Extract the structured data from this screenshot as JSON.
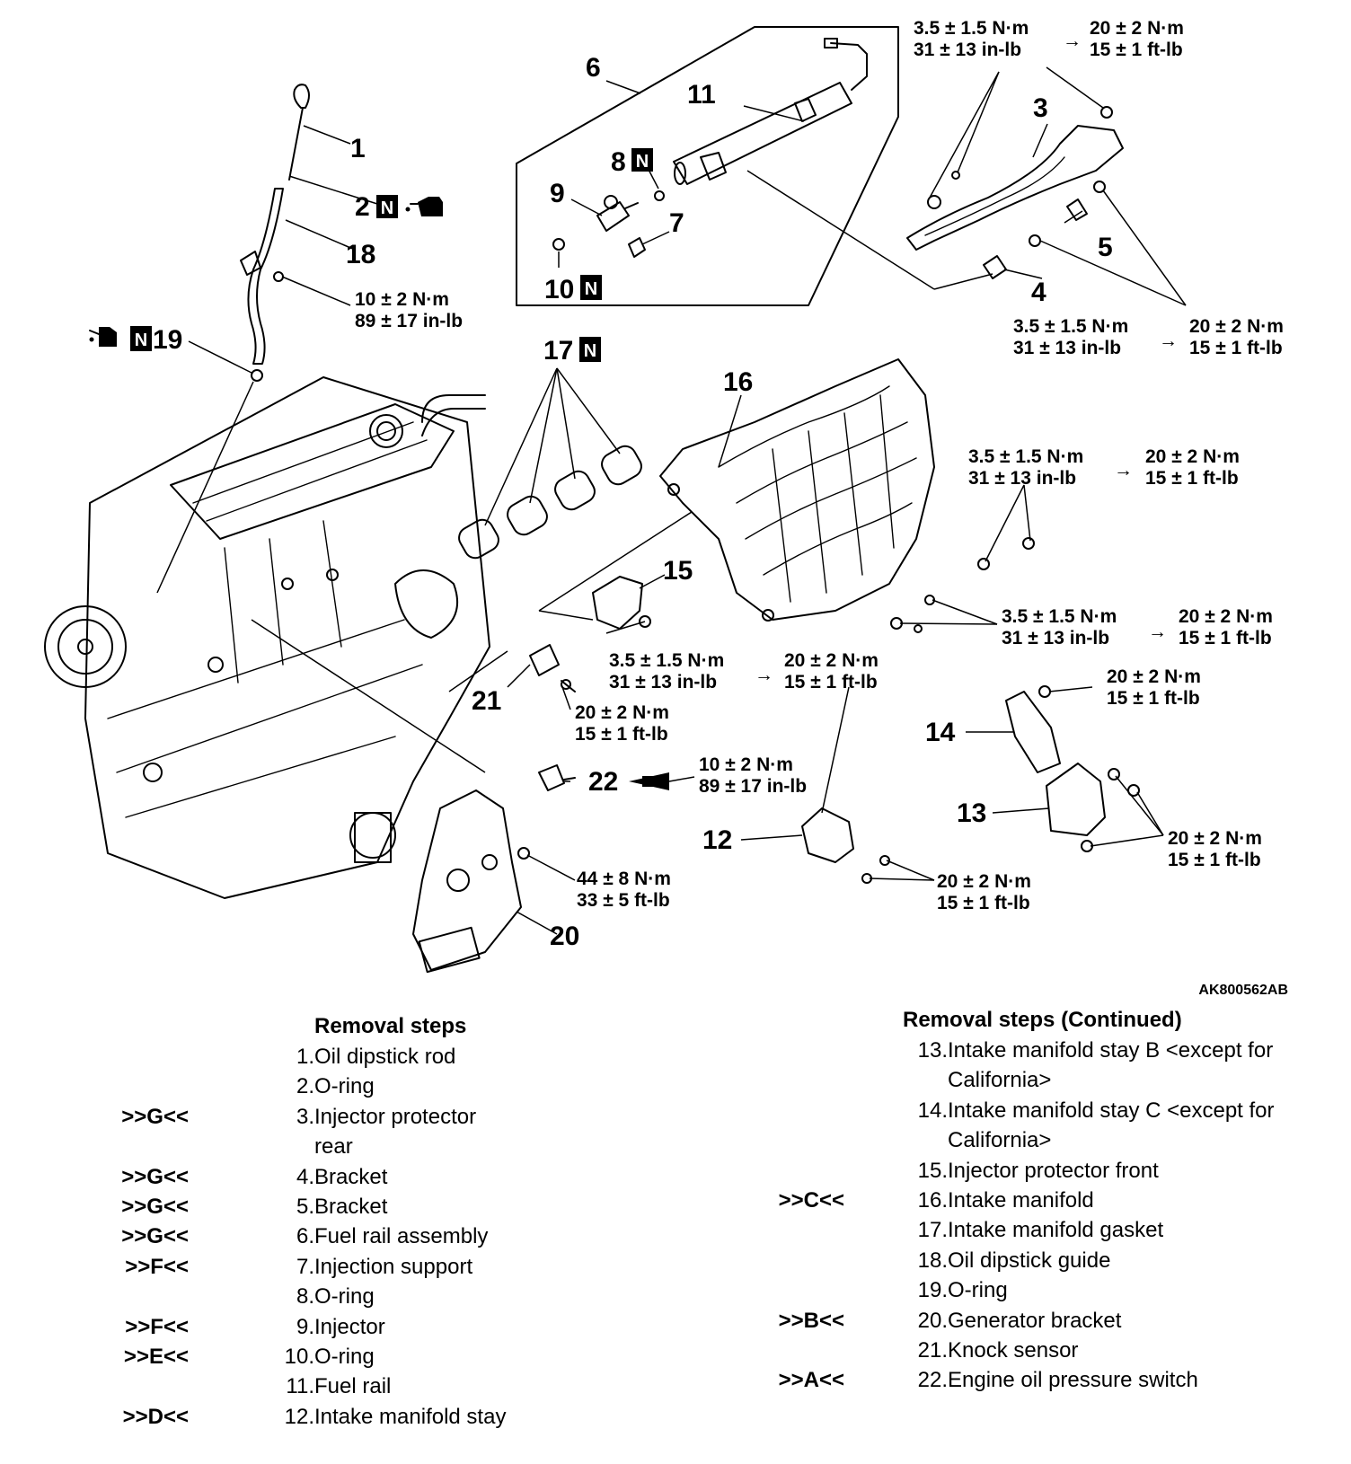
{
  "figure": {
    "id": "AK800562AB",
    "callouts": {
      "c1": "1",
      "c2": "2",
      "c3": "3",
      "c4": "4",
      "c5": "5",
      "c6": "6",
      "c7": "7",
      "c8": "8",
      "c9": "9",
      "c10": "10",
      "c11": "11",
      "c12": "12",
      "c13": "13",
      "c14": "14",
      "c15": "15",
      "c16": "16",
      "c17": "17",
      "c18": "18",
      "c19": "19",
      "c20": "20",
      "c21": "21",
      "c22": "22"
    },
    "new_part_mark": "N",
    "torques": {
      "t35_nm": "3.5 ± 1.5 N·m",
      "t35_inlb": "31 ± 13 in-lb",
      "t20_nm": "20 ± 2 N·m",
      "t20_ftlb": "15 ± 1 ft-lb",
      "t10_nm": "10 ± 2 N·m",
      "t10_inlb": "89 ± 17 in-lb",
      "t44_nm": "44 ± 8 N·m",
      "t44_ftlb": "33 ± 5 ft-lb",
      "arrow": "→"
    },
    "icons": [
      "oil-can-icon",
      "new-part-icon"
    ]
  },
  "removal_steps": {
    "title": "Removal steps",
    "title_continued": "Removal steps (Continued)",
    "left": [
      {
        "code": "",
        "num": "1.",
        "text": "Oil dipstick rod"
      },
      {
        "code": "",
        "num": "2.",
        "text": "O-ring"
      },
      {
        "code": ">>G<<",
        "num": "3.",
        "text": "Injector protector rear"
      },
      {
        "code": ">>G<<",
        "num": "4.",
        "text": "Bracket"
      },
      {
        "code": ">>G<<",
        "num": "5.",
        "text": "Bracket"
      },
      {
        "code": ">>G<<",
        "num": "6.",
        "text": "Fuel rail assembly"
      },
      {
        "code": ">>F<<",
        "num": "7.",
        "text": "Injection support"
      },
      {
        "code": "",
        "num": "8.",
        "text": "O-ring"
      },
      {
        "code": ">>F<<",
        "num": "9.",
        "text": "Injector"
      },
      {
        "code": ">>E<<",
        "num": "10.",
        "text": "O-ring"
      },
      {
        "code": "",
        "num": "11.",
        "text": "Fuel rail"
      },
      {
        "code": ">>D<<",
        "num": "12.",
        "text": "Intake manifold stay"
      }
    ],
    "right": [
      {
        "code": "",
        "num": "13.",
        "text": "Intake manifold stay B <except for",
        "cont": "California>"
      },
      {
        "code": "",
        "num": "14.",
        "text": "Intake manifold stay C <except for",
        "cont": "California>"
      },
      {
        "code": "",
        "num": "15.",
        "text": "Injector protector front"
      },
      {
        "code": ">>C<<",
        "num": "16.",
        "text": "Intake manifold"
      },
      {
        "code": "",
        "num": "17.",
        "text": "Intake manifold gasket"
      },
      {
        "code": "",
        "num": "18.",
        "text": "Oil dipstick guide"
      },
      {
        "code": "",
        "num": "19.",
        "text": "O-ring"
      },
      {
        "code": ">>B<<",
        "num": "20.",
        "text": "Generator bracket"
      },
      {
        "code": "",
        "num": "21.",
        "text": "Knock sensor"
      },
      {
        "code": ">>A<<",
        "num": "22.",
        "text": "Engine oil pressure switch"
      }
    ]
  }
}
